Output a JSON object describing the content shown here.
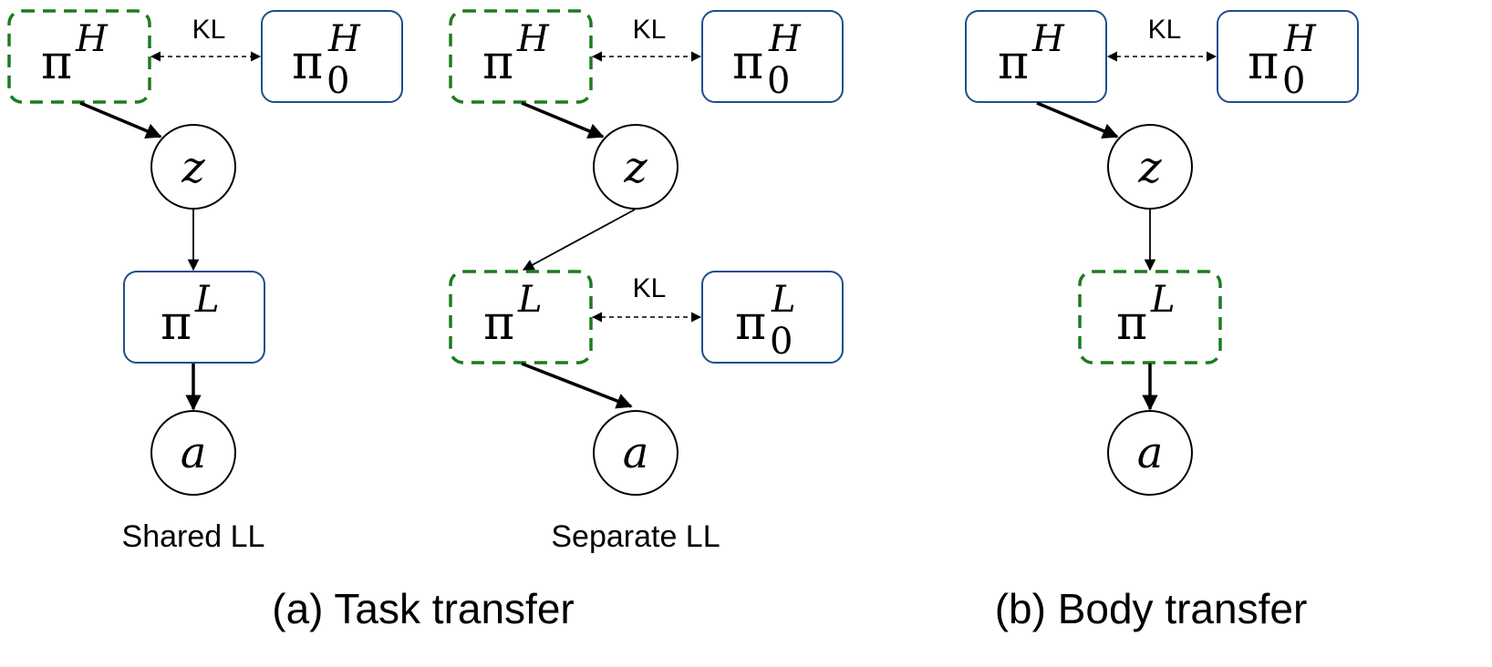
{
  "symbols": {
    "pi": "π",
    "H": "H",
    "L": "L",
    "zero": "0",
    "z": "z",
    "a": "a"
  },
  "kl_label": "KL",
  "labels": {
    "shared_ll": "Shared LL",
    "separate_ll": "Separate LL",
    "task_transfer": "(a) Task transfer",
    "body_transfer": "(b) Body transfer"
  },
  "colors": {
    "trainable_dashed": "#1e7b1e",
    "fixed_solid": "#1f4e8c",
    "ink": "#000000"
  }
}
